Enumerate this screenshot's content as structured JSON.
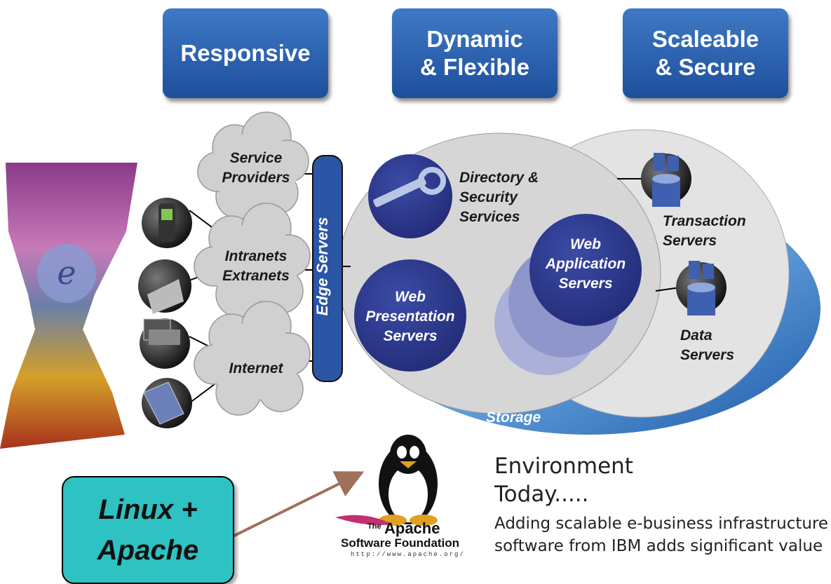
{
  "header": {
    "pills": [
      "Responsive",
      "Dynamic\n& Flexible",
      "Scaleable\n& Secure"
    ]
  },
  "networks": {
    "service_providers": "Service\nProviders",
    "intranets_extranets": "Intranets\nExtranets",
    "internet": "Internet"
  },
  "edge_servers": "Edge Servers",
  "services": {
    "directory_security": "Directory &\nSecurity\nServices",
    "web_presentation": "Web\nPresentation\nServers",
    "web_application": "Web\nApplication\nServers",
    "transaction": "Transaction\nServers",
    "data": "Data\nServers",
    "storage": "Storage"
  },
  "callout": {
    "linux_apache": "Linux +\nApache"
  },
  "apache_logo": {
    "the": "The",
    "name": "Apache",
    "foundation": "Software Foundation",
    "url": "http://www.apache.org/"
  },
  "environment": {
    "title": "Environment\nToday.....",
    "description": "Adding scalable e-business infrastructure software from IBM adds significant value"
  },
  "colors": {
    "pill_blue": "#2a5fae",
    "circle_navy": "#2e3a8c",
    "callout_teal": "#2ec2c2",
    "arrow_brown": "#a0705a"
  }
}
